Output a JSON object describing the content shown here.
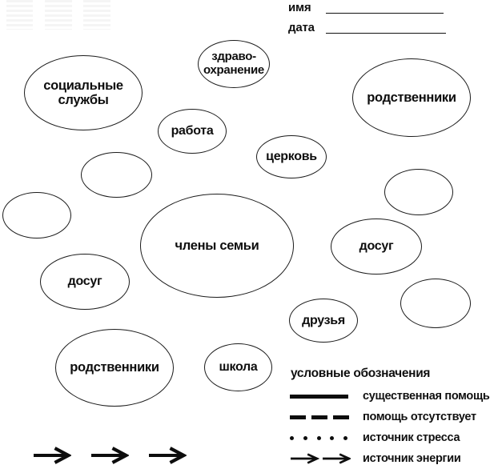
{
  "header": {
    "name_label": "имя",
    "date_label": "дата",
    "name_value": "",
    "date_value": ""
  },
  "ecomap": {
    "circles": [
      {
        "id": "social-services",
        "label": "социальные службы"
      },
      {
        "id": "healthcare",
        "label": "здраво-охранение"
      },
      {
        "id": "work",
        "label": "работа"
      },
      {
        "id": "relatives-top",
        "label": "родственники"
      },
      {
        "id": "church",
        "label": "церковь"
      },
      {
        "id": "empty-1",
        "label": ""
      },
      {
        "id": "empty-2",
        "label": ""
      },
      {
        "id": "family-members",
        "label": "члены семьи"
      },
      {
        "id": "empty-3",
        "label": ""
      },
      {
        "id": "leisure-right",
        "label": "досуг"
      },
      {
        "id": "leisure-left",
        "label": "досуг"
      },
      {
        "id": "friends",
        "label": "друзья"
      },
      {
        "id": "empty-4",
        "label": ""
      },
      {
        "id": "relatives-bottom",
        "label": "родственники"
      },
      {
        "id": "school",
        "label": "школа"
      }
    ]
  },
  "legend": {
    "title": "условные обозначения",
    "items": [
      {
        "symbol": "solid-line-icon",
        "label": "существенная помощь"
      },
      {
        "symbol": "dashed-line-icon",
        "label": "помощь отсутствует"
      },
      {
        "symbol": "dotted-line-icon",
        "label": "источник стресса"
      },
      {
        "symbol": "energy-arrows-icon",
        "label": "источник энергии"
      }
    ]
  },
  "footer": {
    "arrow_icon": "energy-arrow-icon",
    "arrow_count": 3
  },
  "colors": {
    "ink": "#0d0d0d",
    "stroke": "#1b1b1b",
    "background": "#ffffff"
  }
}
